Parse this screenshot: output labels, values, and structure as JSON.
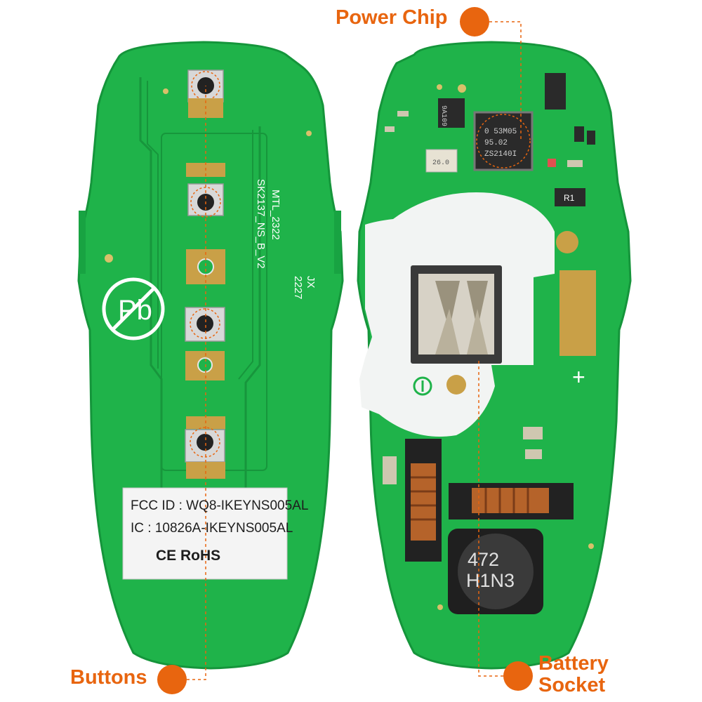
{
  "callouts": {
    "power_chip": "Power Chip",
    "buttons": "Buttons",
    "battery_socket": "Battery Socket"
  },
  "pcb_left": {
    "silkscreen_model": "MTL_2322",
    "silkscreen_board": "SK2137_NS_B_V2",
    "silkscreen_code": "JX",
    "silkscreen_date": "2227",
    "pb_free_symbol": "Pb"
  },
  "label_sticker": {
    "fcc_id": "FCC ID : WQ8-IKEYNS005AL",
    "ic": "IC : 10826A-IKEYNS005AL",
    "marks": "CE  RoHS"
  },
  "pcb_right": {
    "chip_line1": "0 53M05",
    "chip_line2": "95.02",
    "chip_line3": "ZS2140I",
    "small_chip": "9A109",
    "crystal": "26.0",
    "resistor": "R1",
    "inductor_line1": "472",
    "inductor_line2": "H1N3",
    "battery_plus": "+"
  },
  "colors": {
    "accent_orange": "#e8650f",
    "pcb_green": "#1fb34a",
    "pcb_dark_green": "#17963c",
    "pad_gold": "#c9a047",
    "battery_white": "#f2f4f3"
  }
}
